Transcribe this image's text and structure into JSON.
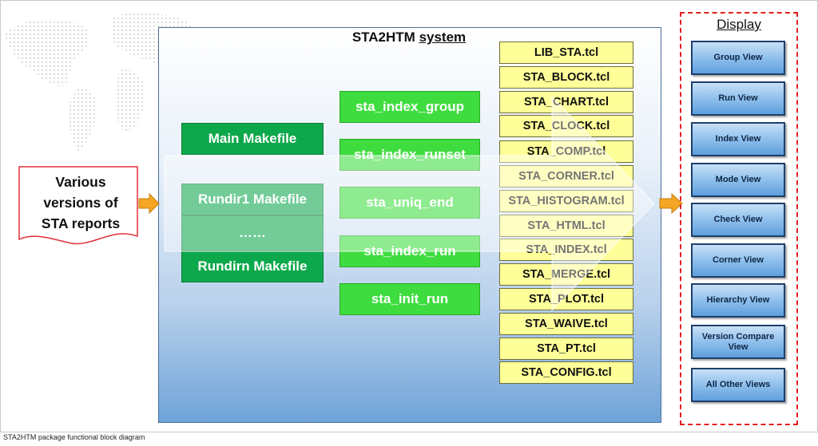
{
  "system": {
    "title_main": "STA2HTM",
    "title_sub": "system"
  },
  "input": {
    "line1": "Various",
    "line2": "versions of",
    "line3": "STA reports"
  },
  "makefiles": [
    {
      "label": "Main Makefile"
    },
    {
      "label": "Rundir1 Makefile"
    },
    {
      "label": "……"
    },
    {
      "label": "Rundirn Makefile"
    }
  ],
  "scripts": [
    {
      "label": "sta_index_group"
    },
    {
      "label": "sta_index_runset"
    },
    {
      "label": "sta_uniq_end"
    },
    {
      "label": "sta_index_run"
    },
    {
      "label": "sta_init_run"
    }
  ],
  "tcl_files": [
    {
      "label": "LIB_STA.tcl"
    },
    {
      "label": "STA_BLOCK.tcl"
    },
    {
      "label": "STA_CHART.tcl"
    },
    {
      "label": "STA_CLOCK.tcl"
    },
    {
      "label": "STA_COMP.tcl"
    },
    {
      "label": "STA_CORNER.tcl"
    },
    {
      "label": "STA_HISTOGRAM.tcl"
    },
    {
      "label": "STA_HTML.tcl"
    },
    {
      "label": "STA_INDEX.tcl"
    },
    {
      "label": "STA_MERGE.tcl"
    },
    {
      "label": "STA_PLOT.tcl"
    },
    {
      "label": "STA_WAIVE.tcl"
    },
    {
      "label": "STA_PT.tcl"
    },
    {
      "label": "STA_CONFIG.tcl"
    }
  ],
  "display": {
    "title": "Display",
    "views": [
      {
        "label": "Group View"
      },
      {
        "label": "Run View"
      },
      {
        "label": "Index View"
      },
      {
        "label": "Mode View"
      },
      {
        "label": "Check View"
      },
      {
        "label": "Corner View"
      },
      {
        "label": "Hierarchy View"
      },
      {
        "label": "Version Compare View"
      },
      {
        "label": "All Other Views"
      }
    ]
  },
  "caption": "STA2HTM package functional block diagram",
  "colors": {
    "makefile_green": "#0ea84c",
    "script_green": "#3fdc3f",
    "tcl_yellow": "#ffff99",
    "view_blue": "#8fc0ec",
    "arrow_orange": "#f5a623",
    "display_border": "#e02020"
  }
}
